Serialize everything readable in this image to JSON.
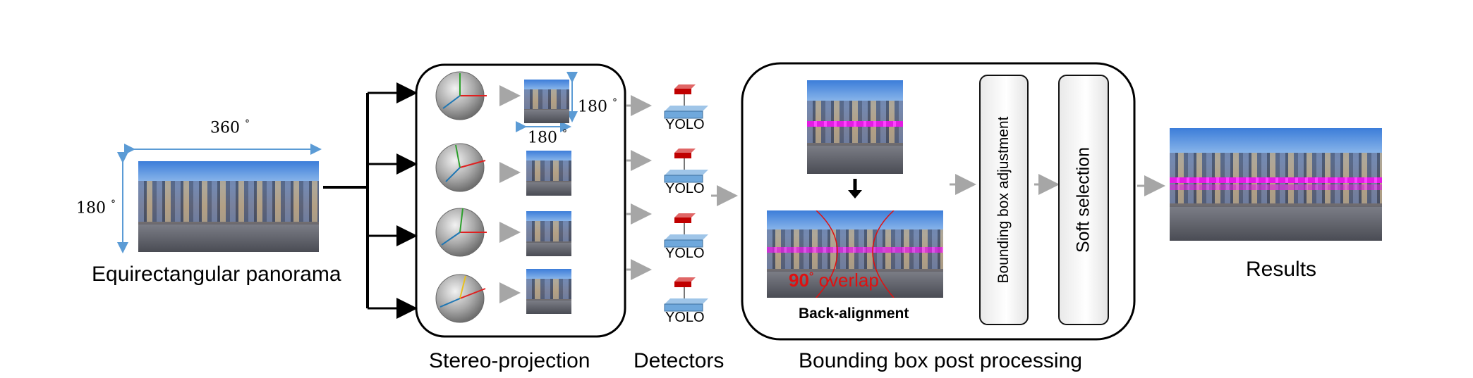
{
  "input": {
    "caption": "Equirectangular panorama",
    "width_label": "360",
    "height_label": "180",
    "degree_symbol": "°"
  },
  "stereo": {
    "caption": "Stereo-projection",
    "tile_width_label": "180",
    "tile_height_label": "180",
    "degree_symbol": "°"
  },
  "detectors": {
    "caption": "Detectors",
    "labels": [
      "YOLO",
      "YOLO",
      "YOLO",
      "YOLO"
    ]
  },
  "post": {
    "caption": "Bounding box post processing",
    "back_alignment_label": "Back-alignment",
    "overlap_degrees": "90",
    "degree_symbol": "°",
    "overlap_word": "overlap",
    "adjustment_label": "Bounding box adjustment",
    "selection_label": "Soft selection"
  },
  "output": {
    "caption": "Results"
  },
  "colors": {
    "dimension_arrow": "#5b9bd5",
    "flow_arrow": "#a6a6a6",
    "detection_box": "#e31ce3",
    "overlap_text": "#e01010",
    "yolo_top": "#c00000",
    "yolo_base": "#6fa8dc"
  }
}
